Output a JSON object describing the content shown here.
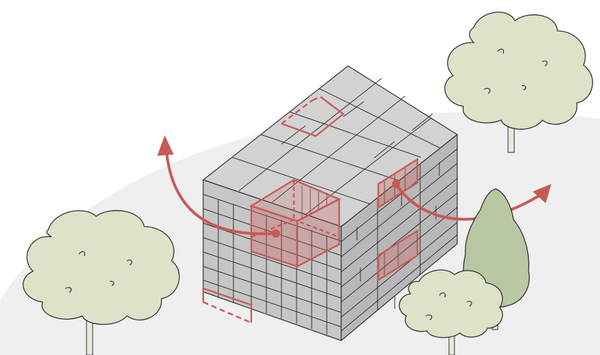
{
  "diagram": {
    "kind": "axonometric-building-diagram",
    "elements": {
      "ground_plane": {
        "color": "#efefef"
      },
      "building": {
        "faceLeftColor": "#c9c9c9",
        "faceFrontColor": "#bdbdbd",
        "faceTopColor": "#d6d6d6",
        "lineColor": "#2f2f2f"
      },
      "highlight": {
        "color": "#c85a56",
        "fillColor": "rgba(200,90,86,0.35)"
      },
      "trees": [
        {
          "id": "tree-top-right",
          "foliageColor": "#dde3c8"
        },
        {
          "id": "tree-bottom-left",
          "foliageColor": "#dde3c8"
        },
        {
          "id": "tree-right-conifer",
          "foliageColor": "#b9c7a3"
        },
        {
          "id": "tree-bottom-right",
          "foliageColor": "#dde3c8"
        }
      ],
      "arrows": [
        {
          "id": "arrow-left",
          "direction": "up-left"
        },
        {
          "id": "arrow-right",
          "direction": "up-right"
        }
      ]
    }
  }
}
